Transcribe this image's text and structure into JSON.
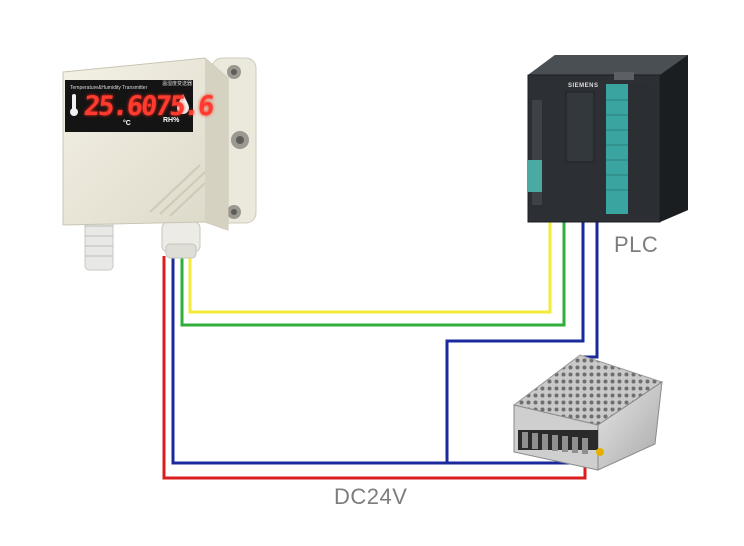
{
  "labels": {
    "plc": "PLC",
    "power": "DC24V"
  },
  "sensor": {
    "title": "Temperature&Humidity Transmitter",
    "title_cn": "温湿度变送器",
    "reading": "25.6075.6",
    "unit_temp": "°C",
    "unit_hum": "RH%"
  },
  "plc_device": {
    "brand": "SIEMENS"
  },
  "colors": {
    "wire_red": "#d81e1e",
    "wire_blue": "#1a2a9c",
    "wire_green": "#2fae3a",
    "wire_yellow": "#f4ea3a",
    "label_gray": "#7d7d7d",
    "display_red": "#ff3b30"
  },
  "icons": [
    "thermometer-icon",
    "water-drop-icon"
  ]
}
